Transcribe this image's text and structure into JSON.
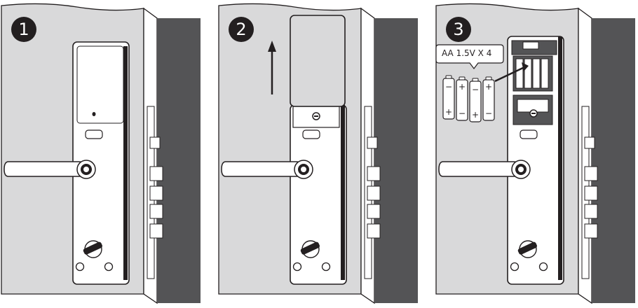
{
  "steps": [
    {
      "number": "1"
    },
    {
      "number": "2"
    },
    {
      "number": "3",
      "battery_label": "AA 1.5V X 4",
      "batteries": [
        {
          "top": "−",
          "bottom": "+"
        },
        {
          "top": "+",
          "bottom": "−"
        },
        {
          "top": "−",
          "bottom": "+"
        },
        {
          "top": "+",
          "bottom": "−"
        }
      ]
    }
  ],
  "colors": {
    "door": "#d9d9da",
    "door_edge": "#545456",
    "lock_body": "#ffffff",
    "outline": "#231f20"
  },
  "icons": [
    "step-number-badge",
    "door-lock",
    "lever-handle",
    "battery-cover",
    "up-arrow",
    "battery",
    "insert-arrow",
    "mortise-lock"
  ]
}
